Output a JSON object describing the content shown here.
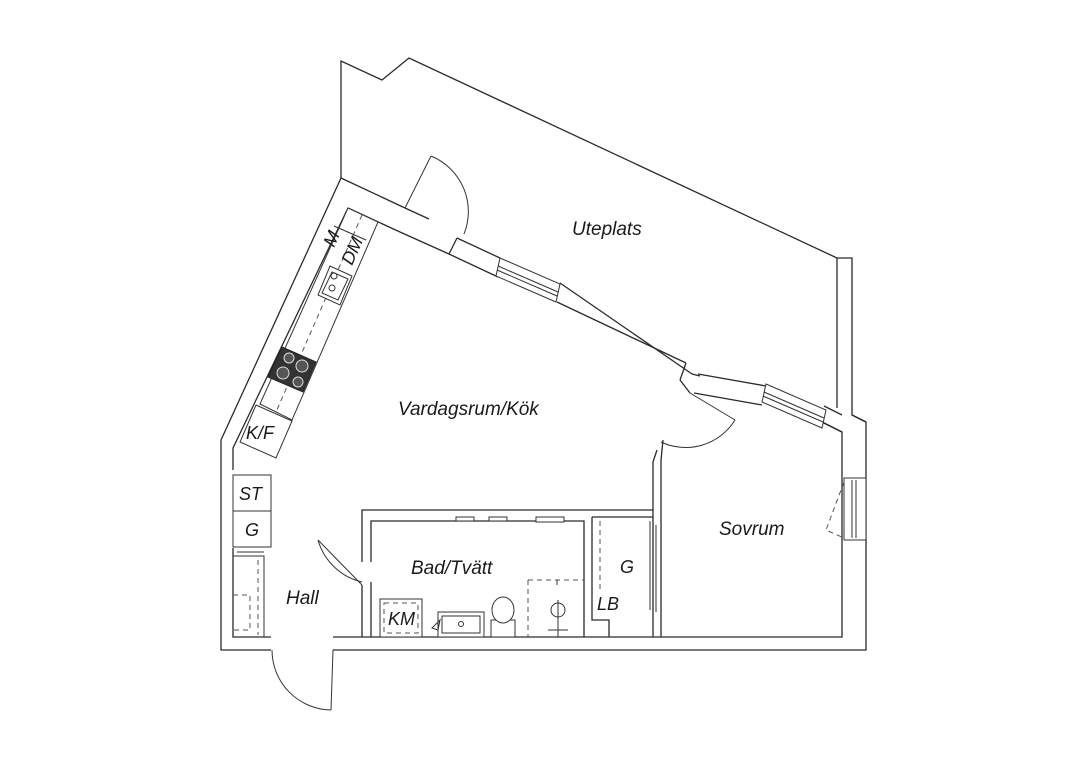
{
  "rooms": {
    "uteplats": "Uteplats",
    "vardagsrum_kok": "Vardagsrum/Kök",
    "sovrum": "Sovrum",
    "bad_tvatt": "Bad/Tvätt",
    "hall": "Hall"
  },
  "fixtures": {
    "mikro": "M",
    "diskmaskin": "DM",
    "kyl_frys": "K/F",
    "stad": "ST",
    "garderob_hall": "G",
    "garderob_sovrum": "G",
    "linneskap": "LB",
    "kombimaskin": "KM"
  }
}
